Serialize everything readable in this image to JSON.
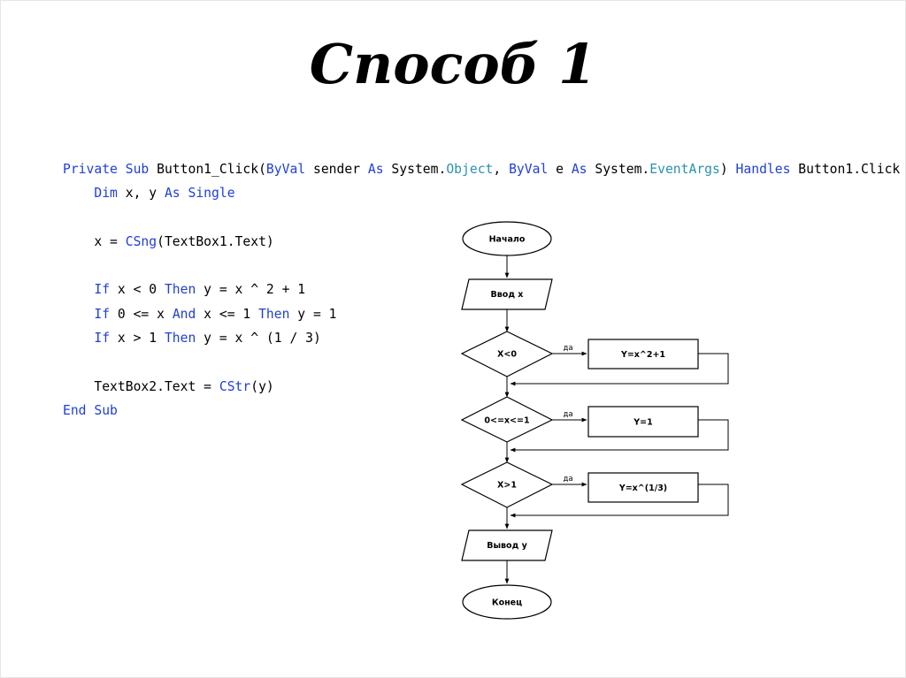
{
  "slide": {
    "title": "Способ 1"
  },
  "code": {
    "lines": [
      [
        {
          "t": "Private Sub ",
          "c": "kw"
        },
        {
          "t": "Button1_Click(",
          "c": ""
        },
        {
          "t": "ByVal",
          "c": "kw"
        },
        {
          "t": " sender ",
          "c": ""
        },
        {
          "t": "As",
          "c": "kw"
        },
        {
          "t": " System.",
          "c": ""
        },
        {
          "t": "Object",
          "c": "ty"
        },
        {
          "t": ", ",
          "c": ""
        },
        {
          "t": "ByVal",
          "c": "kw"
        },
        {
          "t": " e ",
          "c": ""
        },
        {
          "t": "As",
          "c": "kw"
        },
        {
          "t": " System.",
          "c": ""
        },
        {
          "t": "EventArgs",
          "c": "ty"
        },
        {
          "t": ") ",
          "c": ""
        },
        {
          "t": "Handles",
          "c": "kw"
        },
        {
          "t": " Button1.Click",
          "c": ""
        }
      ],
      [
        {
          "t": "    ",
          "c": ""
        },
        {
          "t": "Dim",
          "c": "kw"
        },
        {
          "t": " x, y ",
          "c": ""
        },
        {
          "t": "As",
          "c": "kw"
        },
        {
          "t": " ",
          "c": ""
        },
        {
          "t": "Single",
          "c": "kw"
        }
      ],
      [],
      [
        {
          "t": "    x = ",
          "c": ""
        },
        {
          "t": "CSng",
          "c": "kw"
        },
        {
          "t": "(TextBox1.Text)",
          "c": ""
        }
      ],
      [],
      [
        {
          "t": "    ",
          "c": ""
        },
        {
          "t": "If",
          "c": "kw"
        },
        {
          "t": " x < 0 ",
          "c": ""
        },
        {
          "t": "Then",
          "c": "kw"
        },
        {
          "t": " y = x ^ 2 + 1",
          "c": ""
        }
      ],
      [
        {
          "t": "    ",
          "c": ""
        },
        {
          "t": "If",
          "c": "kw"
        },
        {
          "t": " 0 <= x ",
          "c": ""
        },
        {
          "t": "And",
          "c": "kw"
        },
        {
          "t": " x <= 1 ",
          "c": ""
        },
        {
          "t": "Then",
          "c": "kw"
        },
        {
          "t": " y = 1",
          "c": ""
        }
      ],
      [
        {
          "t": "    ",
          "c": ""
        },
        {
          "t": "If",
          "c": "kw"
        },
        {
          "t": " x > 1 ",
          "c": ""
        },
        {
          "t": "Then",
          "c": "kw"
        },
        {
          "t": " y = x ^ (1 / 3)",
          "c": ""
        }
      ],
      [],
      [
        {
          "t": "    TextBox2.Text = ",
          "c": ""
        },
        {
          "t": "CStr",
          "c": "kw"
        },
        {
          "t": "(y)",
          "c": ""
        }
      ],
      [
        {
          "t": "End Sub",
          "c": "kw"
        }
      ]
    ]
  },
  "flowchart": {
    "start": "Начало",
    "input": "Ввод x",
    "cond1": "X<0",
    "action1": "Y=x^2+1",
    "cond2": "0<=x<=1",
    "action2": "Y=1",
    "cond3": "X>1",
    "action3": "Y=x^(1/3)",
    "output": "Вывод y",
    "end": "Конец",
    "yes_label": "да"
  },
  "colors": {
    "keyword": "#1f3fd6",
    "type": "#2b91af",
    "text": "#000000",
    "background": "#ffffff"
  }
}
